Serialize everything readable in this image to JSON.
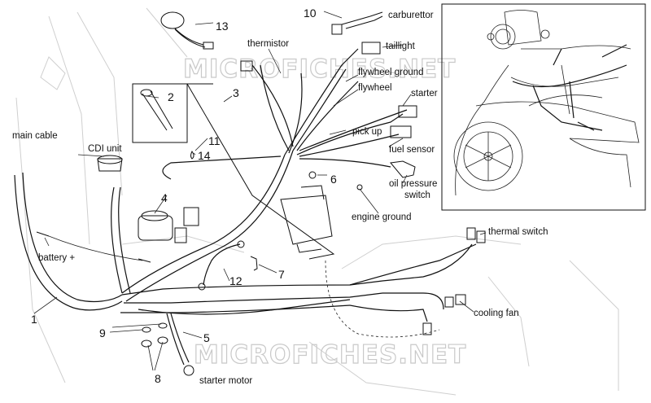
{
  "watermark": "MICROFICHES.NET",
  "labels": {
    "carburettor": "carburettor",
    "thermistor": "thermistor",
    "taillight": "taillight",
    "flywheel_ground": "flywheel ground",
    "flywheel": "flywheel",
    "starter": "starter",
    "pick_up": "pick up",
    "fuel_sensor": "fuel sensor",
    "oil_pressure_switch_1": "oil pressure",
    "oil_pressure_switch_2": "switch",
    "engine_ground": "engine ground",
    "main_cable": "main cable",
    "cdi_unit": "CDI unit",
    "battery": "battery +",
    "thermal_switch": "thermal switch",
    "cooling_fan": "cooling fan",
    "starter_motor": "starter motor"
  },
  "part_numbers": {
    "p1": "1",
    "p2": "2",
    "p3": "3",
    "p4": "4",
    "p5": "5",
    "p6": "6",
    "p7": "7",
    "p8": "8",
    "p9": "9",
    "p10": "10",
    "p11": "11",
    "p12": "12",
    "p13": "13",
    "p14": "14"
  }
}
